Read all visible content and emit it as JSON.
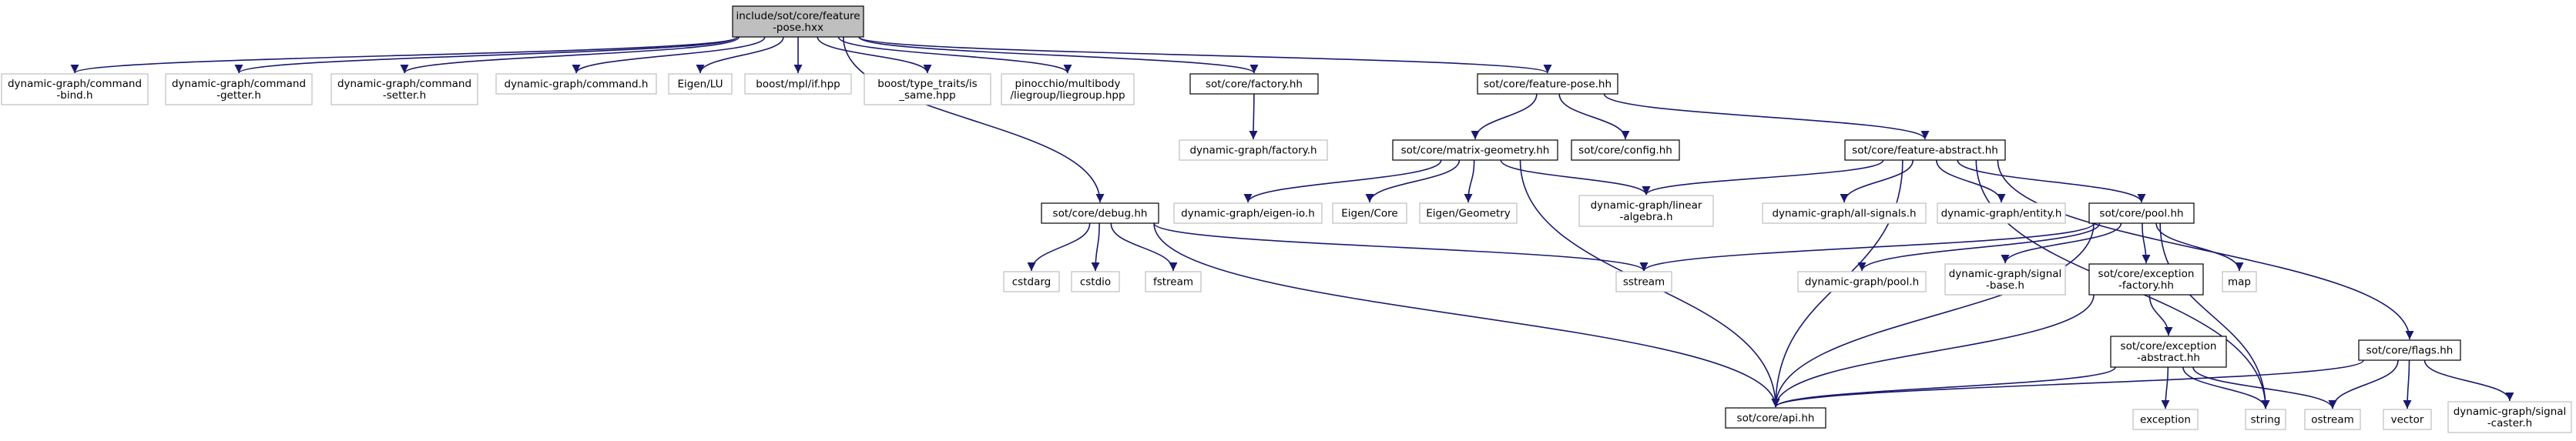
{
  "graph": {
    "edge_color": "#191970",
    "root_fill": "#bfbfbf",
    "external_border": "#bfbfbf",
    "nodes": [
      {
        "id": "root",
        "kind": "root",
        "lines": [
          "include/sot/core/feature",
          "-pose.hxx"
        ]
      },
      {
        "id": "cmd_bind",
        "kind": "external",
        "lines": [
          "dynamic-graph/command",
          "-bind.h"
        ]
      },
      {
        "id": "cmd_getter",
        "kind": "external",
        "lines": [
          "dynamic-graph/command",
          "-getter.h"
        ]
      },
      {
        "id": "cmd_setter",
        "kind": "external",
        "lines": [
          "dynamic-graph/command",
          "-setter.h"
        ]
      },
      {
        "id": "command",
        "kind": "external",
        "lines": [
          "dynamic-graph/command.h"
        ]
      },
      {
        "id": "eigen_lu",
        "kind": "external",
        "lines": [
          "Eigen/LU"
        ]
      },
      {
        "id": "mpl_if",
        "kind": "external",
        "lines": [
          "boost/mpl/if.hpp"
        ]
      },
      {
        "id": "is_same",
        "kind": "external",
        "lines": [
          "boost/type_traits/is",
          "_same.hpp"
        ]
      },
      {
        "id": "liegroup",
        "kind": "external",
        "lines": [
          "pinocchio/multibody",
          "/liegroup/liegroup.hpp"
        ]
      },
      {
        "id": "factory_hh",
        "kind": "internal",
        "lines": [
          "sot/core/factory.hh"
        ]
      },
      {
        "id": "feature_pose",
        "kind": "internal",
        "lines": [
          "sot/core/feature-pose.hh"
        ]
      },
      {
        "id": "dg_factory",
        "kind": "external",
        "lines": [
          "dynamic-graph/factory.h"
        ]
      },
      {
        "id": "matrix_geometry",
        "kind": "internal",
        "lines": [
          "sot/core/matrix-geometry.hh"
        ]
      },
      {
        "id": "config",
        "kind": "internal",
        "lines": [
          "sot/core/config.hh"
        ]
      },
      {
        "id": "feature_abstract",
        "kind": "internal",
        "lines": [
          "sot/core/feature-abstract.hh"
        ]
      },
      {
        "id": "eigen_io",
        "kind": "external",
        "lines": [
          "dynamic-graph/eigen-io.h"
        ]
      },
      {
        "id": "eigen_core",
        "kind": "external",
        "lines": [
          "Eigen/Core"
        ]
      },
      {
        "id": "eigen_geometry",
        "kind": "external",
        "lines": [
          "Eigen/Geometry"
        ]
      },
      {
        "id": "linear_algebra",
        "kind": "external",
        "lines": [
          "dynamic-graph/linear",
          "-algebra.h"
        ]
      },
      {
        "id": "all_signals",
        "kind": "external",
        "lines": [
          "dynamic-graph/all-signals.h"
        ]
      },
      {
        "id": "entity",
        "kind": "external",
        "lines": [
          "dynamic-graph/entity.h"
        ]
      },
      {
        "id": "pool_hh",
        "kind": "internal",
        "lines": [
          "sot/core/pool.hh"
        ]
      },
      {
        "id": "debug",
        "kind": "internal",
        "lines": [
          "sot/core/debug.hh"
        ]
      },
      {
        "id": "cstdarg",
        "kind": "external",
        "lines": [
          "cstdarg"
        ]
      },
      {
        "id": "cstdio",
        "kind": "external",
        "lines": [
          "cstdio"
        ]
      },
      {
        "id": "fstream",
        "kind": "external",
        "lines": [
          "fstream"
        ]
      },
      {
        "id": "sstream",
        "kind": "external",
        "lines": [
          "sstream"
        ]
      },
      {
        "id": "dg_pool",
        "kind": "external",
        "lines": [
          "dynamic-graph/pool.h"
        ]
      },
      {
        "id": "signal_base",
        "kind": "external",
        "lines": [
          "dynamic-graph/signal",
          "-base.h"
        ]
      },
      {
        "id": "exc_factory",
        "kind": "internal",
        "lines": [
          "sot/core/exception",
          "-factory.hh"
        ]
      },
      {
        "id": "map",
        "kind": "external",
        "lines": [
          "map"
        ]
      },
      {
        "id": "exc_abstract",
        "kind": "internal",
        "lines": [
          "sot/core/exception",
          "-abstract.hh"
        ]
      },
      {
        "id": "flags",
        "kind": "internal",
        "lines": [
          "sot/core/flags.hh"
        ]
      },
      {
        "id": "api",
        "kind": "internal",
        "lines": [
          "sot/core/api.hh"
        ]
      },
      {
        "id": "exception",
        "kind": "external",
        "lines": [
          "exception"
        ]
      },
      {
        "id": "string",
        "kind": "external",
        "lines": [
          "string"
        ]
      },
      {
        "id": "ostream",
        "kind": "external",
        "lines": [
          "ostream"
        ]
      },
      {
        "id": "vector",
        "kind": "external",
        "lines": [
          "vector"
        ]
      },
      {
        "id": "signal_caster",
        "kind": "external",
        "lines": [
          "dynamic-graph/signal",
          "-caster.h"
        ]
      }
    ],
    "edges": [
      [
        "root",
        "cmd_bind"
      ],
      [
        "root",
        "cmd_getter"
      ],
      [
        "root",
        "cmd_setter"
      ],
      [
        "root",
        "command"
      ],
      [
        "root",
        "eigen_lu"
      ],
      [
        "root",
        "mpl_if"
      ],
      [
        "root",
        "is_same"
      ],
      [
        "root",
        "liegroup"
      ],
      [
        "root",
        "factory_hh"
      ],
      [
        "root",
        "feature_pose"
      ],
      [
        "root",
        "debug"
      ],
      [
        "factory_hh",
        "dg_factory"
      ],
      [
        "feature_pose",
        "matrix_geometry"
      ],
      [
        "feature_pose",
        "config"
      ],
      [
        "feature_pose",
        "feature_abstract"
      ],
      [
        "matrix_geometry",
        "eigen_io"
      ],
      [
        "matrix_geometry",
        "eigen_core"
      ],
      [
        "matrix_geometry",
        "eigen_geometry"
      ],
      [
        "matrix_geometry",
        "linear_algebra"
      ],
      [
        "matrix_geometry",
        "api"
      ],
      [
        "feature_abstract",
        "linear_algebra"
      ],
      [
        "feature_abstract",
        "all_signals"
      ],
      [
        "feature_abstract",
        "entity"
      ],
      [
        "feature_abstract",
        "pool_hh"
      ],
      [
        "feature_abstract",
        "api"
      ],
      [
        "feature_abstract",
        "flags"
      ],
      [
        "feature_abstract",
        "string"
      ],
      [
        "debug",
        "cstdarg"
      ],
      [
        "debug",
        "cstdio"
      ],
      [
        "debug",
        "fstream"
      ],
      [
        "debug",
        "sstream"
      ],
      [
        "debug",
        "api"
      ],
      [
        "pool_hh",
        "sstream"
      ],
      [
        "pool_hh",
        "dg_pool"
      ],
      [
        "pool_hh",
        "signal_base"
      ],
      [
        "pool_hh",
        "exc_factory"
      ],
      [
        "pool_hh",
        "map"
      ],
      [
        "pool_hh",
        "api"
      ],
      [
        "pool_hh",
        "string"
      ],
      [
        "exc_factory",
        "exc_abstract"
      ],
      [
        "exc_factory",
        "api"
      ],
      [
        "exc_abstract",
        "exception"
      ],
      [
        "exc_abstract",
        "string"
      ],
      [
        "exc_abstract",
        "ostream"
      ],
      [
        "exc_abstract",
        "api"
      ],
      [
        "flags",
        "api"
      ],
      [
        "flags",
        "ostream"
      ],
      [
        "flags",
        "vector"
      ],
      [
        "flags",
        "signal_caster"
      ]
    ]
  }
}
